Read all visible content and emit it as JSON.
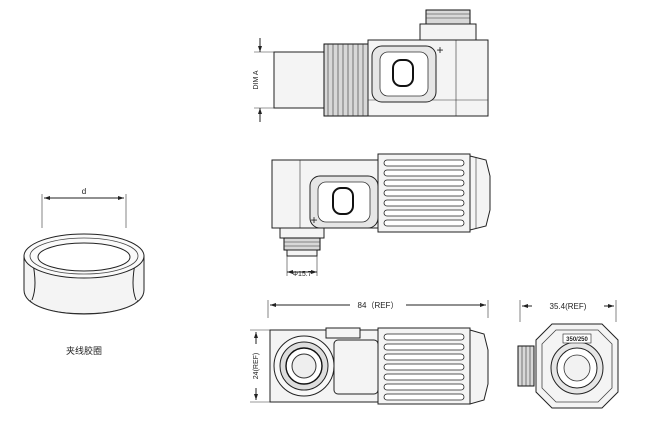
{
  "seal": {
    "dimension_label": "d",
    "caption": "夹线胶圈"
  },
  "side_view": {
    "dimension_label": "DIM A",
    "plus_marker": "+"
  },
  "top_view": {
    "diameter_label": "Φ15.7",
    "plus_marker": "+"
  },
  "front_view": {
    "length_label": "84（REF）",
    "height_label": "24(REF)"
  },
  "end_view": {
    "width_label": "35.4(REF)",
    "face_text": "350/250"
  }
}
